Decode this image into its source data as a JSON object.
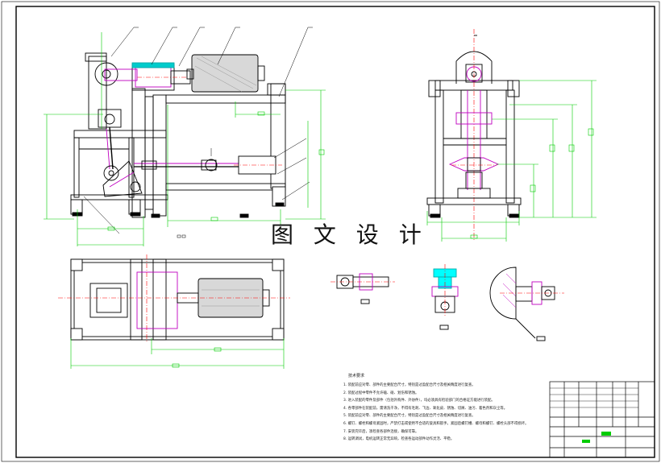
{
  "drawing": {
    "watermark_text": "图 文 设 计",
    "colors": {
      "line": "#000000",
      "dimension": "#00cc00",
      "center_line": "#ff0000",
      "section_hatch": "#c000c0",
      "highlight": "#00ffff",
      "motor_fill": "#d8d8d8"
    }
  },
  "tech_notes": {
    "title": "技术要求",
    "items": [
      "1. 装配前应对零、部件的主要配合尺寸，特别是过盈配合尺寸及相关精度进行复查。",
      "2. 装配过程中零件不允许磕、碰、划伤和锈蚀。",
      "3. 进入装配的零件及部件（包括外购件、外协件），均必须具有检验部门的合格证方能进行装配。",
      "4. 各零部件在装配前，需清洗干净，不得有毛刺、飞边、氧化皮、锈蚀、切屑、油污、着色剂和灰尘等。",
      "5. 装配前应对零、部件的主要配合尺寸，特别是过盈配合尺寸及相关精度进行复查。",
      "6. 螺钉、螺栓和螺母紧固时，严禁打击或使用不合适的旋具和扳手。紧固后螺钉槽、螺母和螺钉、螺栓头部不得损坏。",
      "7. 安装完毕后，须检查各部件连接，确保可靠。",
      "8. 运转调试，电机运转正常无异响，检查各运动部件动作灵活、平稳。"
    ]
  }
}
